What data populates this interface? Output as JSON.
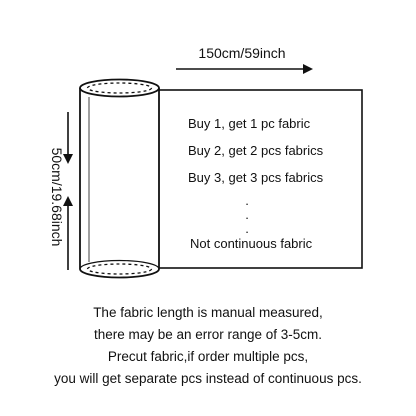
{
  "dimensions": {
    "width_label": "150cm/59inch",
    "height_label": "50cm/19.68inch"
  },
  "offers": [
    "Buy 1, get 1 pc fabric",
    "Buy 2, get 2 pcs fabrics",
    "Buy 3, get 3 pcs fabrics"
  ],
  "continuation_dots": [
    ".",
    ".",
    "."
  ],
  "continuity_note": "Not continuous fabric",
  "notes": [
    "The fabric length is manual measured,",
    "there may be an error range of 3-5cm.",
    "Precut fabric,if order multiple pcs,",
    "you will get separate pcs instead of continuous pcs."
  ]
}
